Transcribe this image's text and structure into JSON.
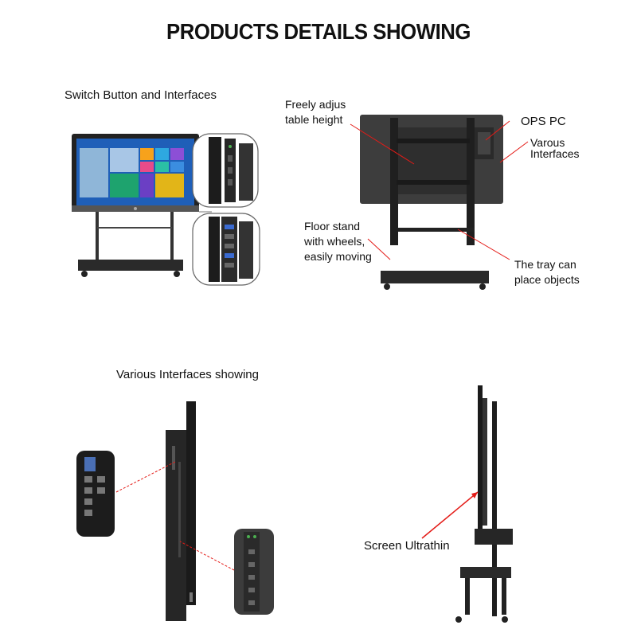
{
  "page": {
    "title": "PRODUCTS DETAILS SHOWING"
  },
  "sections": {
    "switch": {
      "heading": "Switch Button and Interfaces"
    },
    "stand": {
      "labels": {
        "height": "Freely adjus\ntable height",
        "ops": "OPS PC",
        "interfaces": "Varous\nInterfaces",
        "floor": "Floor stand\nwith wheels,\neasily moving",
        "tray": "The tray can\nplace objects"
      }
    },
    "various": {
      "heading": "Various Interfaces showing"
    },
    "ultrathin": {
      "label": "Screen Ultrathin"
    }
  },
  "colors": {
    "callout_red": "#e41b17",
    "screen_blue": "#2b6fd6",
    "device_black": "#1a1a1a",
    "panel_grey": "#3c3c3c"
  }
}
